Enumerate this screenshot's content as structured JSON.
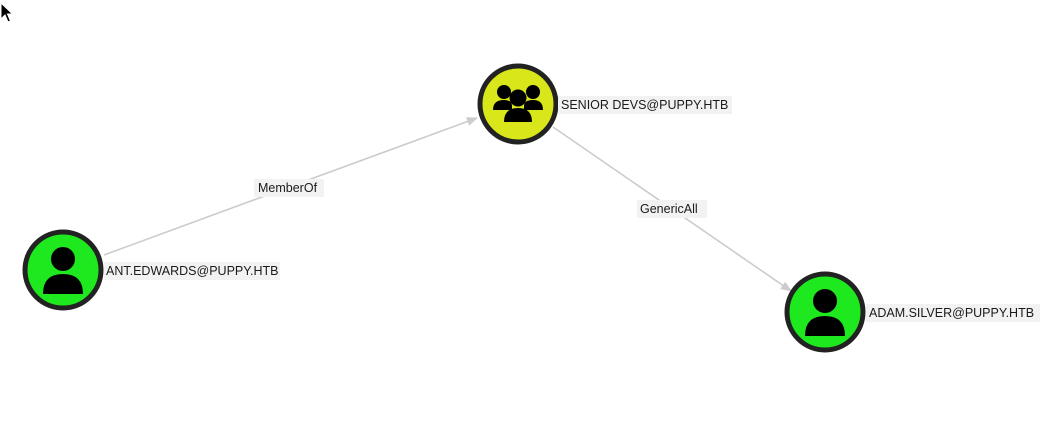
{
  "nodes": {
    "senior_devs": {
      "label": "SENIOR DEVS@PUPPY.HTB",
      "kind": "group",
      "icon": "group-icon",
      "color": "#d8e61a"
    },
    "ant_edwards": {
      "label": "ANT.EDWARDS@PUPPY.HTB",
      "kind": "user",
      "icon": "user-icon",
      "color": "#1ee81e"
    },
    "adam_silver": {
      "label": "ADAM.SILVER@PUPPY.HTB",
      "kind": "user",
      "icon": "user-icon",
      "color": "#1ee81e"
    }
  },
  "edges": {
    "member_of": {
      "label": "MemberOf",
      "from": "ant_edwards",
      "to": "senior_devs"
    },
    "generic_all": {
      "label": "GenericAll",
      "from": "senior_devs",
      "to": "adam_silver"
    }
  },
  "colors": {
    "node_border": "#222222",
    "edge": "#cccccc",
    "label_background": "#f2f2f2"
  }
}
